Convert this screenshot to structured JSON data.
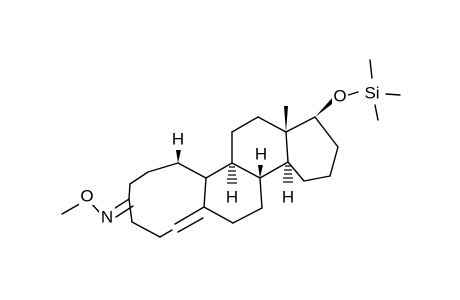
{
  "colors": {
    "background": "#ffffff",
    "ink": "#000000"
  },
  "atoms": {
    "o_silyl_ether": "O",
    "si": "Si",
    "o_oxime": "O",
    "n_oxime": "N",
    "h_c9": "H",
    "h_c8": "H",
    "h_c10": "H",
    "h_c14": "H"
  }
}
